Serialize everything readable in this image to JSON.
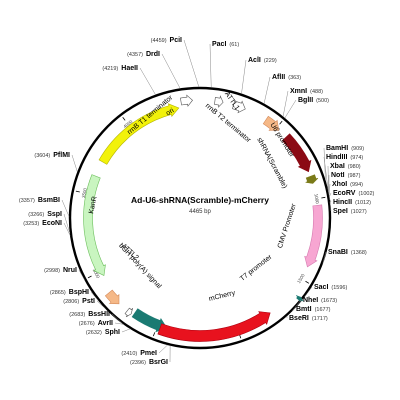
{
  "plasmid": {
    "name": "Ad-U6-shRNA(Scramble)-mCherry",
    "length_label": "4465 bp",
    "total_bp": 4465
  },
  "colors": {
    "backbone": "#000000",
    "ori": "#f2f20a",
    "kanr": "#c9f5c0",
    "kanr_edge": "#6cbf5c",
    "bgh": "#1a7a72",
    "mcherry": "#e8121e",
    "t7": "#1a7a72",
    "cmv": "#f7a6d2",
    "u6": "#8b0a14",
    "shrna": "#7a7a18",
    "attl": "#ffffff",
    "salmon": "#f5b887"
  },
  "features": [
    {
      "key": "ori",
      "label": "ori",
      "start": 3720,
      "end": 4330,
      "dir": 1
    },
    {
      "key": "kanr",
      "label": "KanR",
      "start": 2965,
      "end": 3620,
      "dir": -1
    },
    {
      "key": "bgh",
      "label": "bGH poly(A) signal",
      "start": 2440,
      "end": 2660,
      "dir": -1
    },
    {
      "key": "mcherry",
      "label": "mCherry",
      "start": 1780,
      "end": 2480,
      "dir": -1
    },
    {
      "key": "t7",
      "label": "T7 promoter",
      "start": 1590,
      "end": 1608,
      "dir": -1
    },
    {
      "key": "cmv",
      "label": "CMV Promoter",
      "start": 1040,
      "end": 1420,
      "dir": 1
    },
    {
      "key": "u6",
      "label": "U6 promoter",
      "start": 580,
      "end": 830,
      "dir": 1
    },
    {
      "key": "shrna",
      "label": "shRNA(Scramble)",
      "start": 860,
      "end": 905,
      "dir": 1
    },
    {
      "key": "attl1",
      "label": "ATTL1",
      "start": 205,
      "end": 280,
      "dir": 1
    },
    {
      "key": "salmon1",
      "label": "",
      "start": 420,
      "end": 520,
      "dir": 1
    },
    {
      "key": "salmon2",
      "label": "",
      "start": 2770,
      "end": 2860,
      "dir": -1
    },
    {
      "key": "rrnb_t1",
      "label": "rrnB T1 terminator",
      "start": 4350,
      "end": 4420,
      "dir": 1
    },
    {
      "key": "rrnb_t2",
      "label": "rrnB T2 terminator",
      "start": 90,
      "end": 140,
      "dir": 1
    },
    {
      "key": "attl2",
      "label": "ATTL2",
      "start": 2675,
      "end": 2705,
      "dir": -1
    }
  ],
  "sites": [
    {
      "name": "PciI",
      "pos": "(4459)",
      "bp": 4459
    },
    {
      "name": "PacI",
      "pos": "(61)",
      "bp": 61
    },
    {
      "name": "DrdI",
      "pos": "(4357)",
      "bp": 4357
    },
    {
      "name": "AclI",
      "pos": "(229)",
      "bp": 229
    },
    {
      "name": "HaeII",
      "pos": "(4219)",
      "bp": 4219
    },
    {
      "name": "AflII",
      "pos": "(363)",
      "bp": 363
    },
    {
      "name": "XmnI",
      "pos": "(488)",
      "bp": 488
    },
    {
      "name": "BglII",
      "pos": "(500)",
      "bp": 500
    },
    {
      "name": "PflMI",
      "pos": "(3604)",
      "bp": 3604
    },
    {
      "name": "BamHI",
      "pos": "(909)",
      "bp": 909
    },
    {
      "name": "HindIII",
      "pos": "(974)",
      "bp": 974
    },
    {
      "name": "XbaI",
      "pos": "(980)",
      "bp": 980
    },
    {
      "name": "NotI",
      "pos": "(987)",
      "bp": 987
    },
    {
      "name": "XhoI",
      "pos": "(994)",
      "bp": 994
    },
    {
      "name": "EcoRV",
      "pos": "(1002)",
      "bp": 1002
    },
    {
      "name": "HincII",
      "pos": "(1012)",
      "bp": 1012
    },
    {
      "name": "SpeI",
      "pos": "(1027)",
      "bp": 1027
    },
    {
      "name": "BsmBI",
      "pos": "(3357)",
      "bp": 3357
    },
    {
      "name": "SspI",
      "pos": "(3266)",
      "bp": 3266
    },
    {
      "name": "EcoNI",
      "pos": "(3253)",
      "bp": 3253
    },
    {
      "name": "SnaBI",
      "pos": "(1368)",
      "bp": 1368
    },
    {
      "name": "NruI",
      "pos": "(2998)",
      "bp": 2998
    },
    {
      "name": "SacI",
      "pos": "(1596)",
      "bp": 1596
    },
    {
      "name": "BspHI",
      "pos": "(2865)",
      "bp": 2865
    },
    {
      "name": "PstI",
      "pos": "(2806)",
      "bp": 2806
    },
    {
      "name": "NheI",
      "pos": "(1673)",
      "bp": 1673
    },
    {
      "name": "BmtI",
      "pos": "(1677)",
      "bp": 1677
    },
    {
      "name": "BseRI",
      "pos": "(1717)",
      "bp": 1717
    },
    {
      "name": "BsrGI",
      "pos": "(2396)",
      "bp": 2396
    },
    {
      "name": "BssHII",
      "pos": "(2683)",
      "bp": 2683
    },
    {
      "name": "AvrII",
      "pos": "(2676)",
      "bp": 2676
    },
    {
      "name": "SphI",
      "pos": "(2632)",
      "bp": 2632
    },
    {
      "name": "PmeI",
      "pos": "(2410)",
      "bp": 2410
    }
  ],
  "ticks": [
    {
      "label": "500",
      "bp": 500
    },
    {
      "label": "1000",
      "bp": 1000
    },
    {
      "label": "1500",
      "bp": 1500
    },
    {
      "label": "2000",
      "bp": 2000
    },
    {
      "label": "2500",
      "bp": 2500
    },
    {
      "label": "3000",
      "bp": 3000
    },
    {
      "label": "3500",
      "bp": 3500
    },
    {
      "label": "4000",
      "bp": 4000
    }
  ]
}
